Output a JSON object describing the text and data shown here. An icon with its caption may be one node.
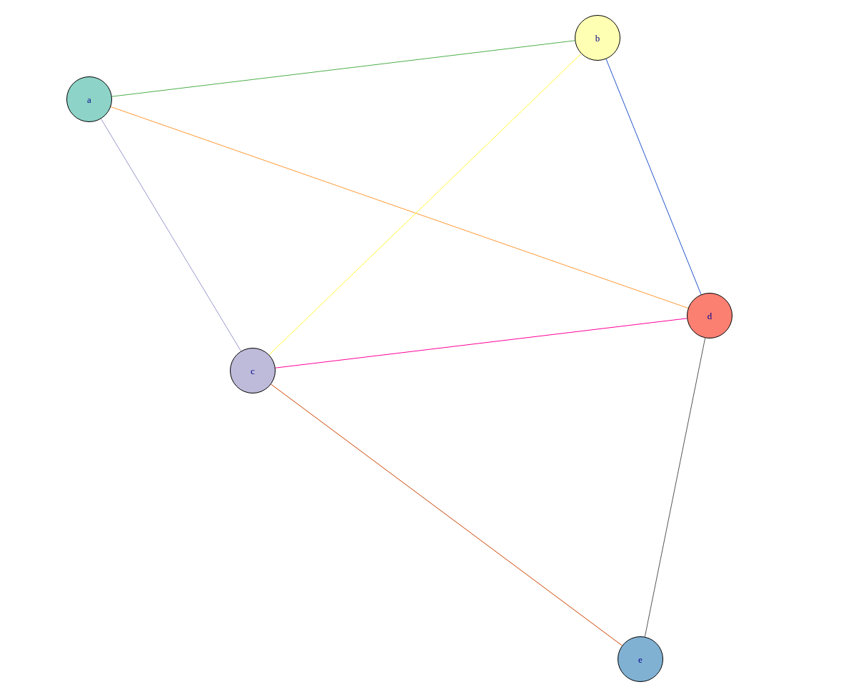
{
  "diagram": {
    "nodes": [
      {
        "text": [
          "a"
        ]
      },
      {
        "text": [
          "b"
        ]
      },
      {
        "text": [
          "c"
        ]
      },
      {
        "text": [
          "d"
        ]
      },
      {
        "text": [
          "e"
        ]
      }
    ],
    "edges": [
      {
        "from": 0,
        "to": 1,
        "arrow": "none",
        "color": "#4daf4a"
      },
      {
        "from": 0,
        "to": 3,
        "arrow": "none",
        "color": "#ff9933"
      },
      {
        "from": 0,
        "to": 2,
        "arrow": "none",
        "color": "#9999cc"
      },
      {
        "from": 1,
        "to": 2,
        "arrow": "none",
        "color": "#ffff33"
      },
      {
        "from": 1,
        "to": 3,
        "arrow": "none",
        "color": "#2255cc"
      },
      {
        "from": 2,
        "to": 3,
        "arrow": "none",
        "color": "#ff0099"
      },
      {
        "from": 2,
        "to": 4,
        "arrow": "none",
        "color": "#cc4400"
      },
      {
        "from": 3,
        "to": 4,
        "arrow": "none",
        "color": "#555555"
      }
    ]
  }
}
